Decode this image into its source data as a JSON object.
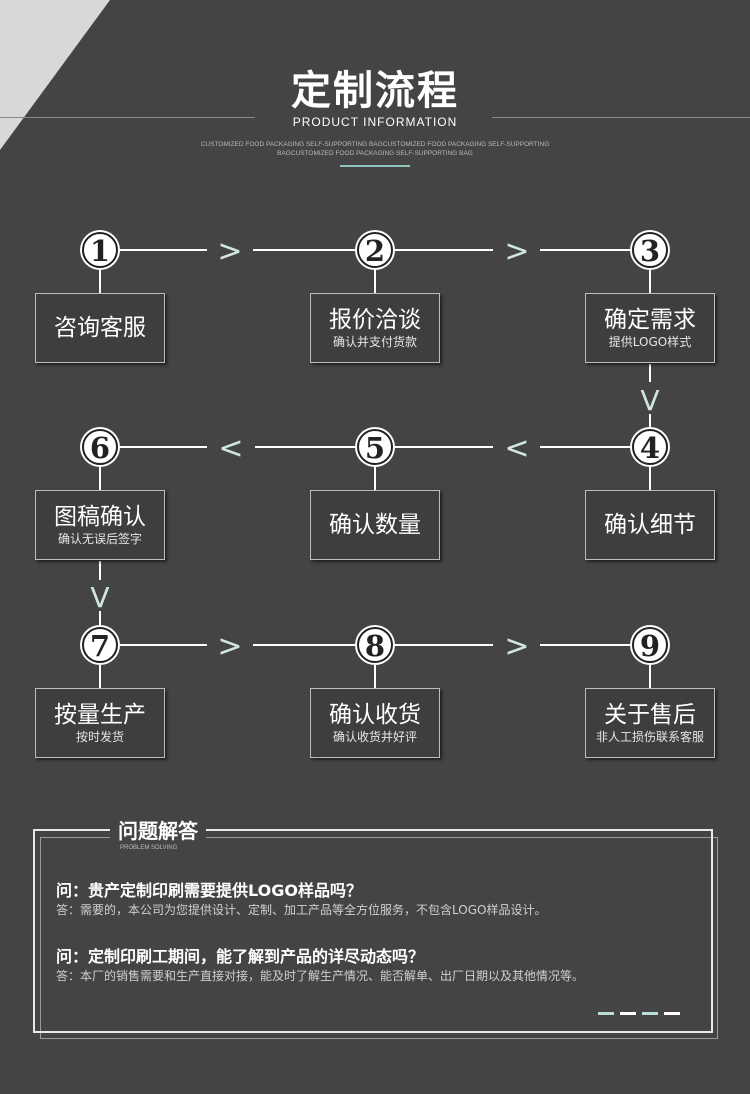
{
  "header": {
    "title": "定制流程",
    "subtitle": "PRODUCT  INFORMATION",
    "tiny_line1": "CUSTOMIZED FOOD PACKAGING SELF-SUPPORTING BAGCUSTOMIZED FOOD PACKAGING SELF-SUPPORTING",
    "tiny_line2": "BAGCUSTOMIZED FOOD PACKAGING SELF-SUPPORTING BAG"
  },
  "arrows": {
    "right": ">",
    "left": "<",
    "down": "V"
  },
  "steps": [
    {
      "num": "1",
      "title": "咨询客服",
      "sub": ""
    },
    {
      "num": "2",
      "title": "报价洽谈",
      "sub": "确认并支付货款"
    },
    {
      "num": "3",
      "title": "确定需求",
      "sub": "提供LOGO样式"
    },
    {
      "num": "4",
      "title": "确认细节",
      "sub": ""
    },
    {
      "num": "5",
      "title": "确认数量",
      "sub": ""
    },
    {
      "num": "6",
      "title": "图稿确认",
      "sub": "确认无误后签字"
    },
    {
      "num": "7",
      "title": "按量生产",
      "sub": "按时发货"
    },
    {
      "num": "8",
      "title": "确认收货",
      "sub": "确认收货并好评"
    },
    {
      "num": "9",
      "title": "关于售后",
      "sub": "非人工损伤联系客服"
    }
  ],
  "qa": {
    "title": "问题解答",
    "subtitle": "PROBLEM SOLVING",
    "items": [
      {
        "q": "问：贵产定制印刷需要提供LOGO样品吗？",
        "a": "答：需要的，本公司为您提供设计、定制、加工产品等全方位服务，不包含LOGO样品设计。"
      },
      {
        "q": "问：定制印刷工期间，能了解到产品的详尽动态吗？",
        "a": "答：本厂的销售需要和生产直接对接，能及时了解生产情况、能否解单、出厂日期以及其他情况等。"
      }
    ]
  },
  "colors": {
    "background": "#444444",
    "accent": "#8fc7c0",
    "arrow": "#cfe6e3",
    "dash_light": "#b9ddd9",
    "dash_white": "#ffffff"
  }
}
